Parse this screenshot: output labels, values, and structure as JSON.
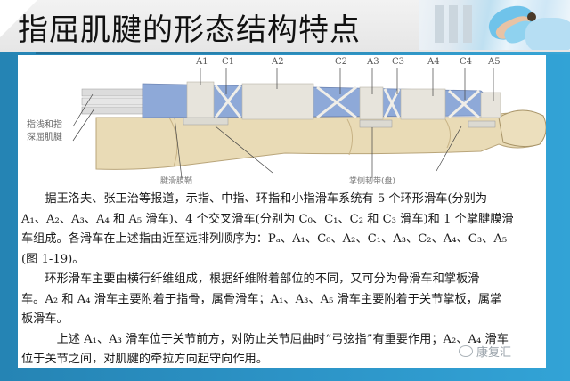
{
  "slide": {
    "title": "指屈肌腱的形态结构特点",
    "colors": {
      "background_blue": "#2c93c6",
      "header_gray": "#ebebeb",
      "title_black": "#111111",
      "tendon_blue": "#8fa9d6",
      "bone_beige": "#e8d9b4"
    }
  },
  "diagram": {
    "top_labels": [
      "A1",
      "C1",
      "A2",
      "C2",
      "A3",
      "C3",
      "A4",
      "C4",
      "A5"
    ],
    "left_label_line1": "指浅和指",
    "left_label_line2": "深屈肌腱",
    "bottom_label_left": "腱滑膜鞘",
    "bottom_label_right": "掌侧韧带(盘)"
  },
  "text": {
    "p1_line1": "据王洛夫、张正治等报道，示指、中指、环指和小指滑车系统有 5 个环形滑车(分别为",
    "p1_line2": "A₁、A₂、A₃、A₄ 和 A₅ 滑车)、4 个交叉滑车(分别为 C₀、C₁、C₂ 和 C₃ 滑车)和 1 个掌腱膜滑",
    "p1_line3": "车组成。各滑车在上述指由近至远排列顺序为：Pₐ、A₁、C₀、A₂、C₁、A₃、C₂、A₄、C₃、A₅",
    "p1_line4": "(图 1-19)。",
    "p2_line1": "环形滑车主要由横行纤维组成，根据纤维附着部位的不同，又可分为骨滑车和掌板滑",
    "p2_line2": "车。A₂ 和 A₄ 滑车主要附着于指骨，属骨滑车；A₁、A₃、A₅ 滑车主要附着于关节掌板，属掌",
    "p2_line3": "板滑车。",
    "p3_line1": "上述 A₁、A₃ 滑车位于关节前方，对防止关节屈曲时“弓弦指”有重要作用；A₂、A₄ 滑车",
    "p3_line2": "位于关节之间，对肌腱的牵拉方向起守向作用。"
  },
  "watermark": {
    "icon": "wechat-icon",
    "label": "康复汇"
  }
}
